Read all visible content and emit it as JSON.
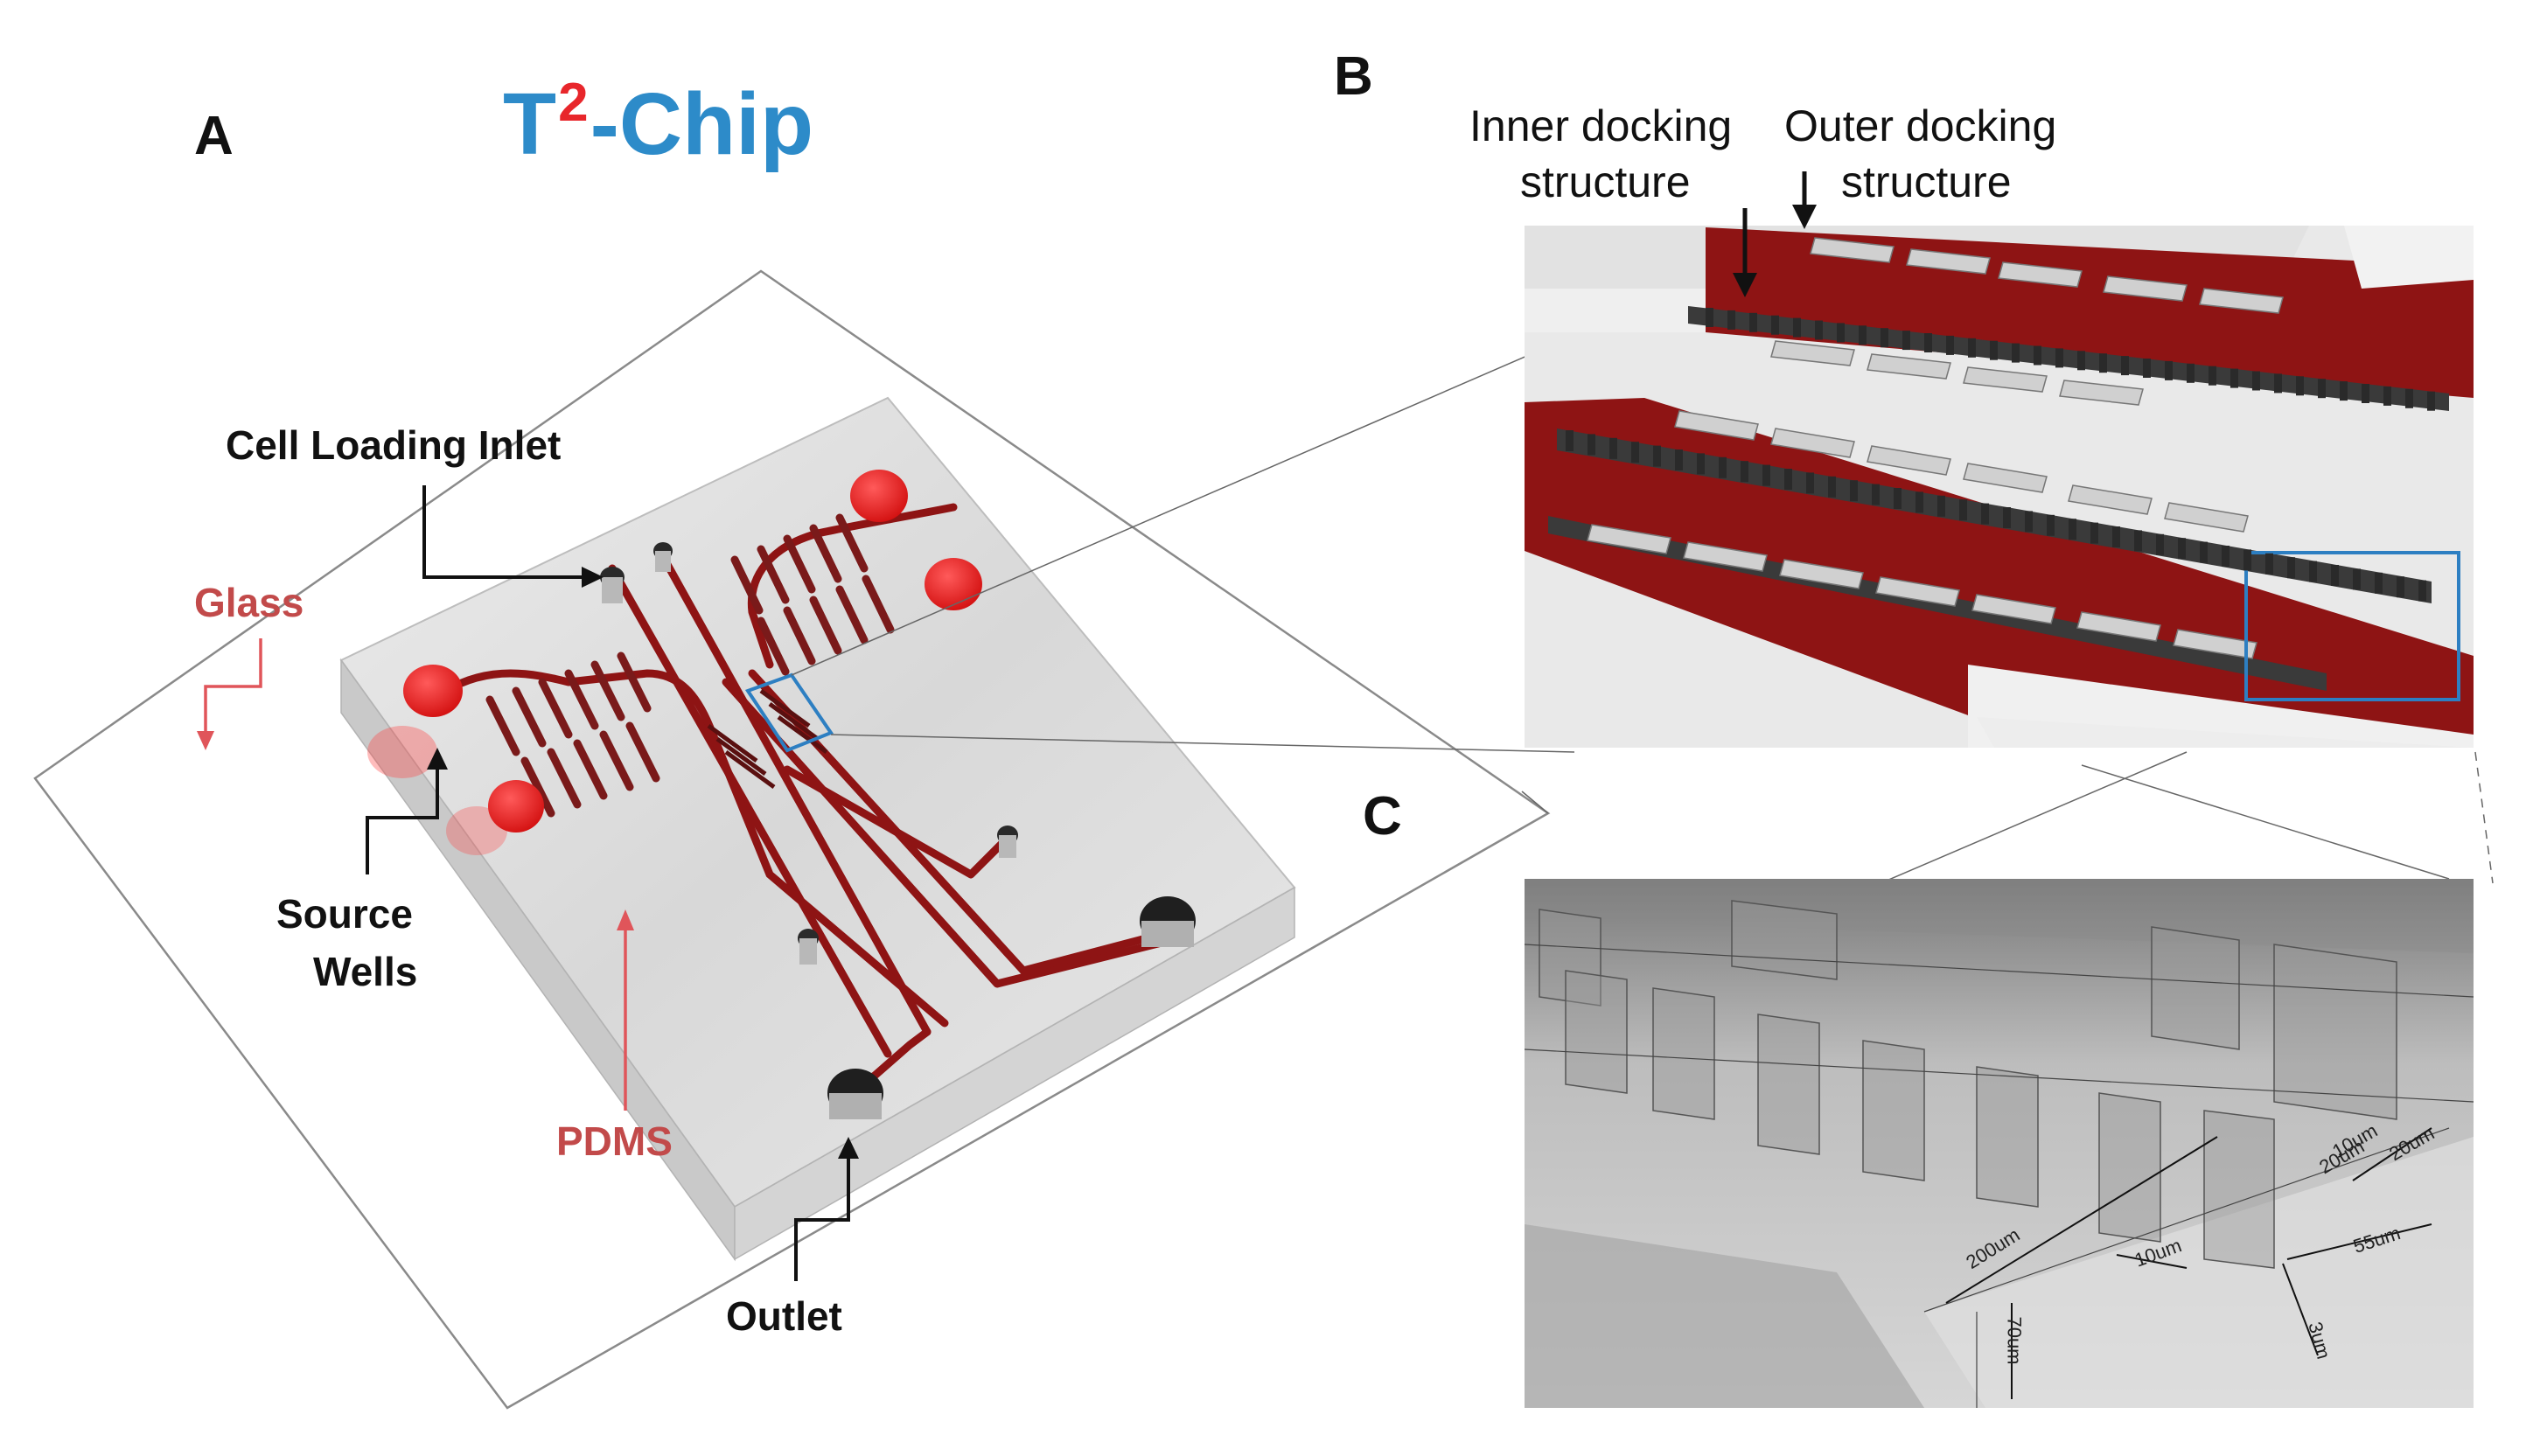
{
  "panels": {
    "a": "A",
    "b": "B",
    "c": "C"
  },
  "title": {
    "main": "T",
    "sup": "2",
    "suffix": "-Chip",
    "main_color": "#2d8bc9",
    "sup_color": "#e8262b"
  },
  "labels": {
    "cell_loading_inlet": "Cell Loading Inlet",
    "glass": "Glass",
    "source_wells_line1": "Source",
    "source_wells_line2": "Wells",
    "pdms": "PDMS",
    "outlet": "Outlet",
    "inner_line1": "Inner docking",
    "inner_line2": "structure",
    "outer_line1": "Outer docking",
    "outer_line2": "structure"
  },
  "dimensions": {
    "d200": "200um",
    "d70": "70um",
    "d20a": "20um",
    "d20b": "20um",
    "d10a": "10um",
    "d10b": "10um",
    "d55": "55um",
    "d3": "3um"
  },
  "colors": {
    "channel_red": "#8e1414",
    "well_red": "#e51a1a",
    "label_red": "#c24a4a",
    "highlight_blue": "#2d7fc2"
  }
}
